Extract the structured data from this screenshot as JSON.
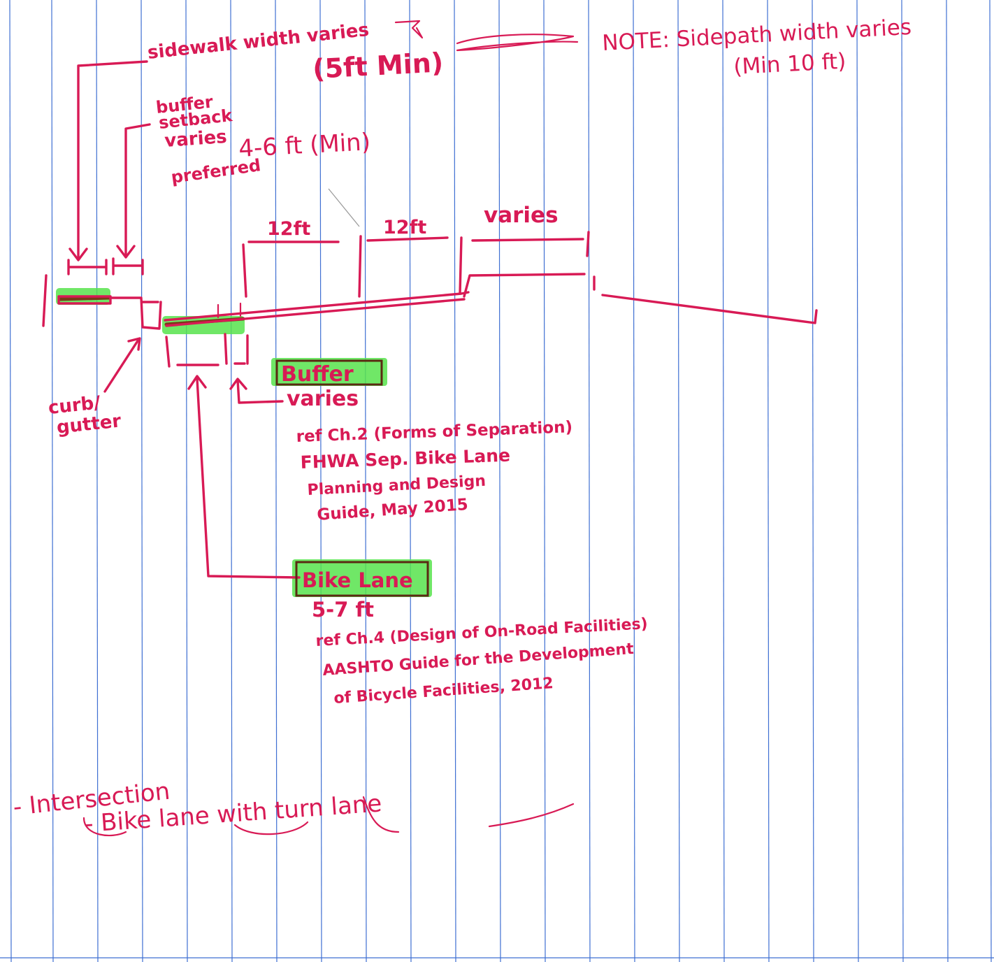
{
  "sidewalk": {
    "label": "sidewalk width varies",
    "min": "(5ft Min)"
  },
  "note": {
    "line1": "NOTE: Sidepath width varies",
    "line2": "(Min 10 ft)"
  },
  "buffer_setback": {
    "line1": "buffer",
    "line2": "setback",
    "line3": "varies",
    "line4": "preferred",
    "value": "4-6 ft (Min)"
  },
  "dimensions": {
    "lane1": "12ft",
    "lane2": "12ft",
    "outer": "varies"
  },
  "curb": {
    "line1": "curb/",
    "line2": "gutter"
  },
  "buffer_callout": {
    "title": "Buffer",
    "value": "varies",
    "ref1": "ref Ch.2 (Forms of Separation)",
    "ref2": "FHWA Sep. Bike Lane",
    "ref3": "Planning and Design",
    "ref4": "Guide, May 2015"
  },
  "bikelane_callout": {
    "title": "Bike Lane",
    "value": "5-7 ft",
    "ref1": "ref Ch.4 (Design of On-Road Facilities)",
    "ref2": "AASHTO Guide for the Development",
    "ref3": "of Bicycle Facilities, 2012"
  },
  "scribble": {
    "line1": "- Intersection",
    "line2": "- Bike lane with turn lane"
  },
  "colors": {
    "ink": "#d81a55",
    "rule": "#3f6fd2",
    "highlighter": "#57e34c",
    "brown_marker": "#7a3a18"
  }
}
